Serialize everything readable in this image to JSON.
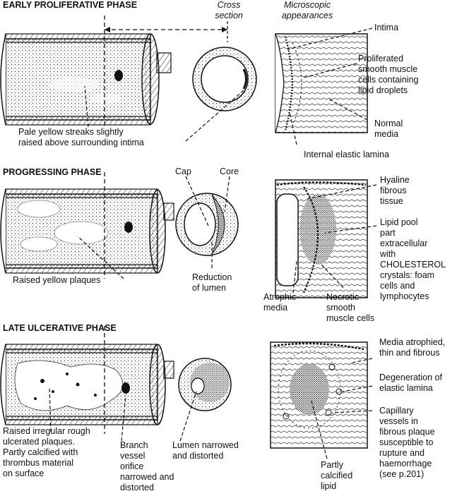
{
  "phases": {
    "early": {
      "title": "EARLY PROLIFERATIVE PHASE",
      "gross_label": "Pale yellow streaks slightly\nraised above surrounding intima",
      "micro_labels": {
        "intima": "Intima",
        "proliferated": "Proliferated\nsmooth muscle\ncells containing\nlipid droplets",
        "normal_media": "Normal\nmedia",
        "internal_elastic": "Internal elastic lamina"
      }
    },
    "progressing": {
      "title": "PROGRESSING PHASE",
      "gross_label": "Raised yellow plaques",
      "cap": "Cap",
      "core": "Core",
      "reduction": "Reduction\nof lumen",
      "micro_labels": {
        "hyaline": "Hyaline\nfibrous\ntissue",
        "lipid_pool": "Lipid pool\npart\nextracellular\nwith\nCHOLESTEROL\ncrystals: foam\ncells and\nlymphocytes",
        "atrophic": "Atrophic\nmedia",
        "necrotic": "Necrotic\nsmooth\nmuscle cells"
      }
    },
    "late": {
      "title": "LATE ULCERATIVE PHASE",
      "gross_label": "Raised irregular rough\nulcerated plaques.\nPartly calcified with\nthrombus material\non surface",
      "branch": "Branch\nvessel\norifice\nnarrowed and\ndistorted",
      "lumen": "Lumen narrowed\nand distorted",
      "micro_labels": {
        "media_atrophied": "Media atrophied,\nthin and fibrous",
        "degeneration": "Degeneration of\nelastic lamina",
        "capillary": "Capillary\nvessels in\nfibrous plaque\nsusceptible to\nrupture and\nhaemorrhage\n(see p.201)",
        "calcified": "Partly\ncalcified\nlipid"
      }
    }
  },
  "column_headers": {
    "cross_section": "Cross\nsection",
    "microscopic": "Microscopic\nappearances"
  },
  "colors": {
    "ink": "#111111",
    "background": "#ffffff"
  }
}
